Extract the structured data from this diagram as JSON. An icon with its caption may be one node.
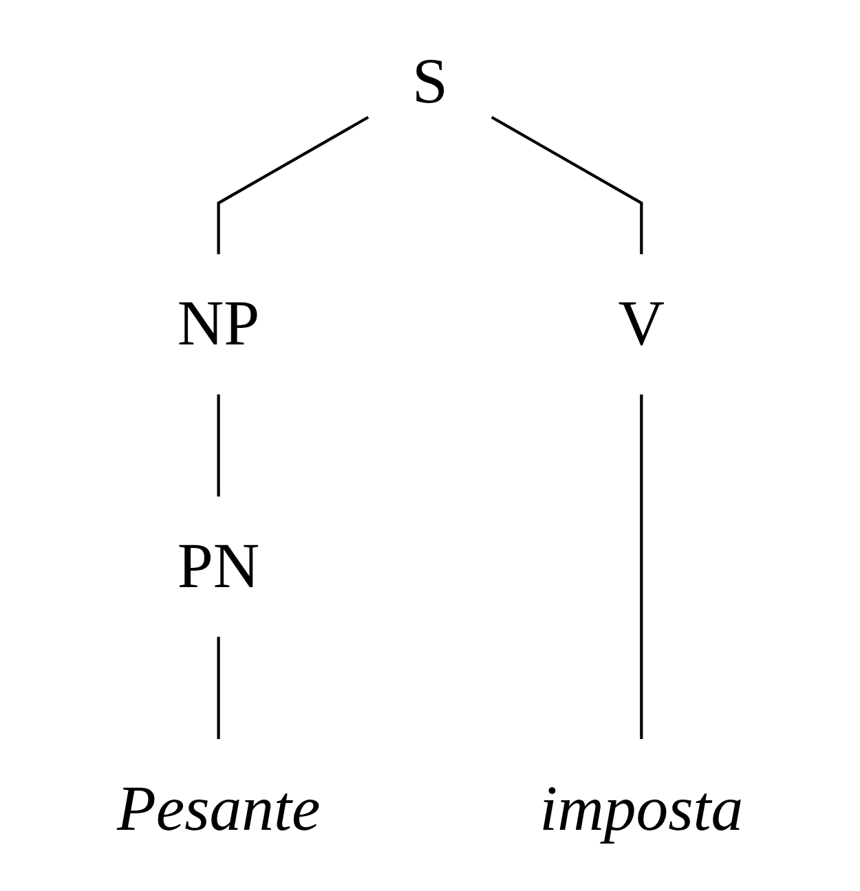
{
  "diagram": {
    "nodes": [
      {
        "text": [
          "S"
        ]
      },
      {
        "text": [
          "NP"
        ]
      },
      {
        "text": [
          "V"
        ]
      },
      {
        "text": [
          "PN"
        ]
      },
      {
        "text": [
          "Pesante"
        ]
      },
      {
        "text": [
          "imposta"
        ]
      }
    ],
    "edges": [
      {
        "from": 0,
        "to": 1,
        "arrow": "none"
      },
      {
        "from": 0,
        "to": 2,
        "arrow": "none"
      },
      {
        "from": 1,
        "to": 3,
        "arrow": "none"
      },
      {
        "from": 3,
        "to": 4,
        "arrow": "none"
      },
      {
        "from": 2,
        "to": 5,
        "arrow": "none"
      }
    ]
  }
}
